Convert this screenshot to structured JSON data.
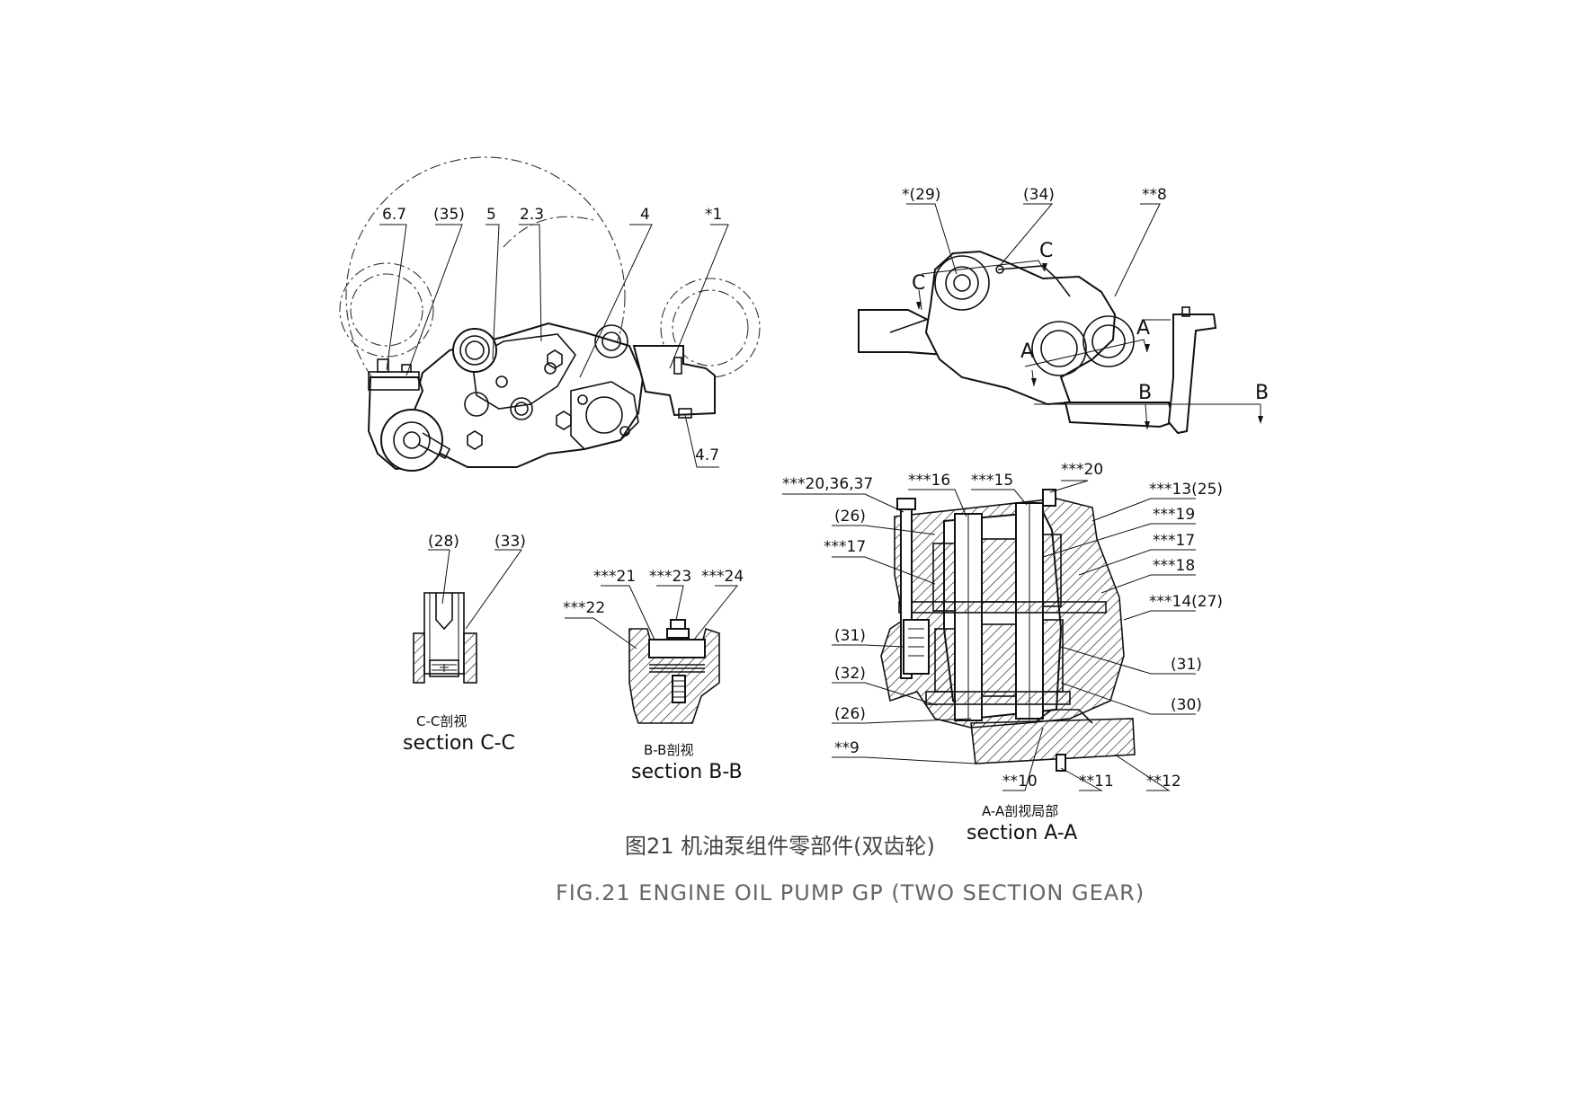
{
  "caption": {
    "chinese": "图21 机油泵组件零部件(双齿轮)",
    "english": "FIG.21 ENGINE OIL PUMP GP (TWO SECTION GEAR)"
  },
  "views": {
    "front": {
      "callouts": [
        "6.7",
        "(35)",
        "5",
        "2.3",
        "4",
        "*1",
        "4.7"
      ]
    },
    "side": {
      "callouts": [
        "*(29)",
        "(34)",
        "**8"
      ],
      "section_marks": [
        "C",
        "C",
        "A",
        "A",
        "B",
        "B"
      ]
    },
    "section_cc": {
      "label_cn": "C-C剖视",
      "label_en": "section C-C",
      "callouts": [
        "(28)",
        "(33)"
      ]
    },
    "section_bb": {
      "label_cn": "B-B剖视",
      "label_en": "section B-B",
      "callouts": [
        "***21",
        "***23",
        "***24",
        "***22"
      ]
    },
    "section_aa": {
      "label_cn": "A-A剖视局部",
      "label_en": "section A-A",
      "callouts_left": [
        "***20,36,37",
        "(26)",
        "***17",
        "(31)",
        "(32)",
        "(26)",
        "**9"
      ],
      "callouts_top": [
        "***16",
        "***15",
        "***20"
      ],
      "callouts_right": [
        "***13(25)",
        "***19",
        "***17",
        "***18",
        "***14(27)",
        "(31)",
        "(30)"
      ],
      "callouts_bottom": [
        "**10",
        "**11",
        "**12"
      ]
    }
  }
}
